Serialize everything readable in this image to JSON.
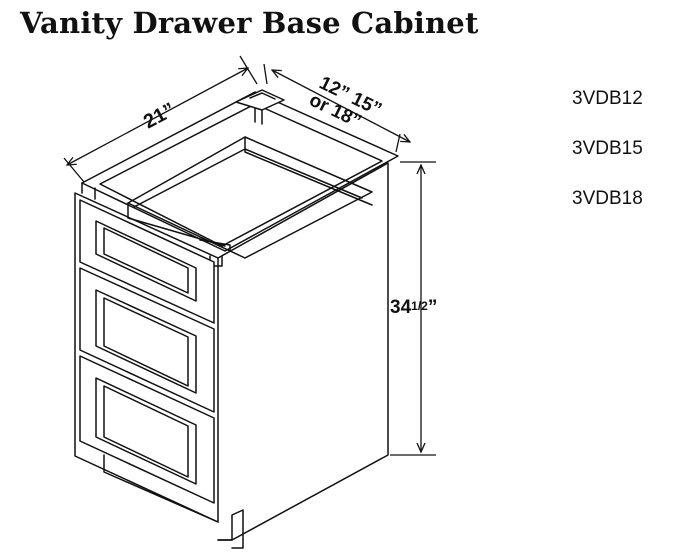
{
  "title": "Vanity Drawer Base Cabinet",
  "models": [
    "3VDB12",
    "3VDB15",
    "3VDB18"
  ],
  "dimensions": {
    "width": "21”",
    "depth_line1": "12” 15”",
    "depth_line2": "or 18”",
    "height_main": "34",
    "height_frac": "1/2",
    "height_quote": "”"
  }
}
